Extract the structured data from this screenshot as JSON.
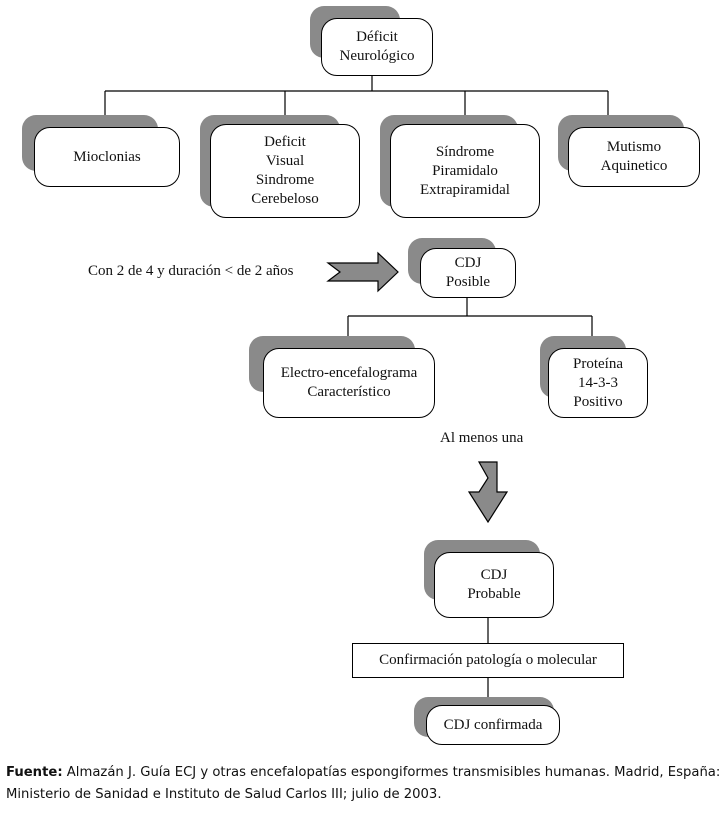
{
  "diagram": {
    "deficit": "Déficit\nNeurológico",
    "mioclonias": "Mioclonias",
    "visual": "Deficit\nVisual\nSindrome\nCerebeloso",
    "piramidal": "Síndrome\nPiramidalo\nExtrapiramidal",
    "mutismo": "Mutismo\nAquinetico",
    "arrow_label": "Con 2 de 4 y duración < de 2 años",
    "posible": "CDJ\nPosible",
    "eeg": "Electro-encefalograma\nCaracterístico",
    "proteina": "Proteína\n14-3-3\nPositivo",
    "al_menos": "Al menos una",
    "probable": "CDJ\nProbable",
    "confirmacion": "Confirmación patología o molecular",
    "confirmada": "CDJ confirmada"
  },
  "footer": {
    "source_label": "Fuente:",
    "source_text": " Almazán J. Guía ECJ y otras encefalopatías espongiformes transmisibles humanas. Madrid, España: Ministerio de Sanidad e Instituto de Salud Carlos III; julio de 2003."
  }
}
